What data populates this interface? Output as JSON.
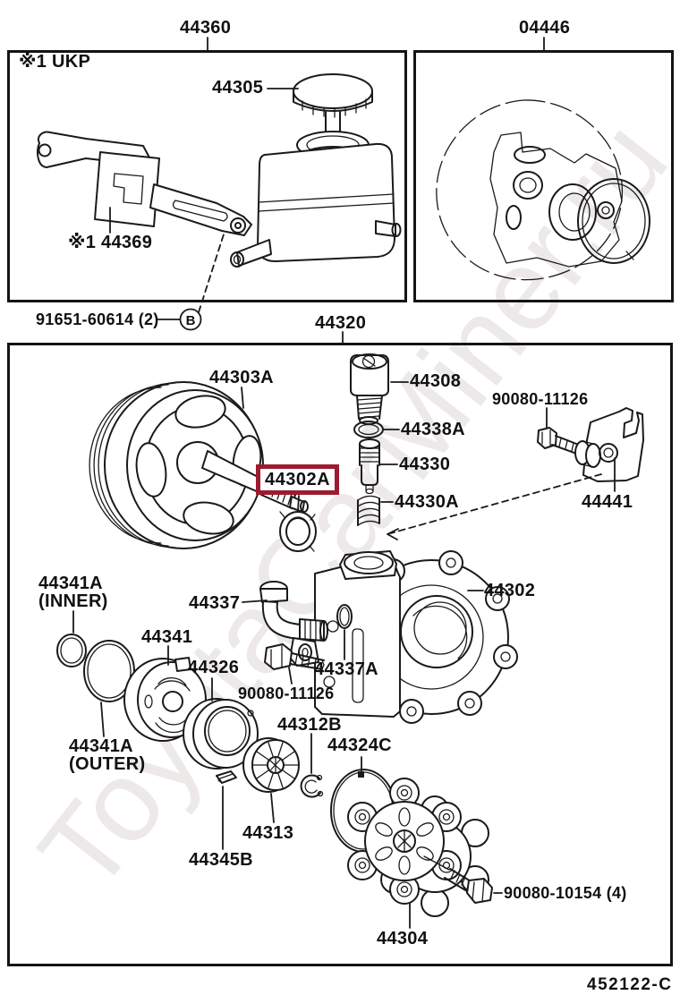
{
  "page": {
    "watermark": "ToyotaCarMiner.ru",
    "doc_code": "452122-C"
  },
  "boxes": {
    "bracket_box": {
      "title": "44360",
      "variant_note": "※1 UKP"
    },
    "seal_kit_box": {
      "title": "04446"
    },
    "pump_box": {
      "title": "44320"
    }
  },
  "highlight": {
    "label": "44302A",
    "color": "#9d1b31"
  },
  "callouts": {
    "reservoir_cap": "44305",
    "reservoir_bracket": "※1 44369",
    "bracket_screw": "91651-60614 (2)",
    "bracket_screw_marker": "B",
    "pulley": "44303A",
    "shaft_seal": "44302A",
    "union_bolt": "44308",
    "union_bolt_oring": "44338A",
    "flow_control_valve": "44330",
    "valve_spring": "44330A",
    "stay_bolt": "90080-11126",
    "pump_stay": "44441",
    "front_housing": "44302",
    "suction_union": "44337",
    "suction_union_oring": "44337A",
    "suction_union_bolt": "90080-11126",
    "inner_oring": "44341A",
    "inner_oring_note": "(INNER)",
    "side_plate": "44341",
    "cam_ring": "44326",
    "outer_oring": "44341A",
    "outer_oring_note": "(OUTER)",
    "snap_ring": "44312B",
    "rear_oring": "44324C",
    "rotor": "44313",
    "vane_key": "44345B",
    "rear_housing": "44304",
    "rear_bolt": "90080-10154 (4)"
  }
}
